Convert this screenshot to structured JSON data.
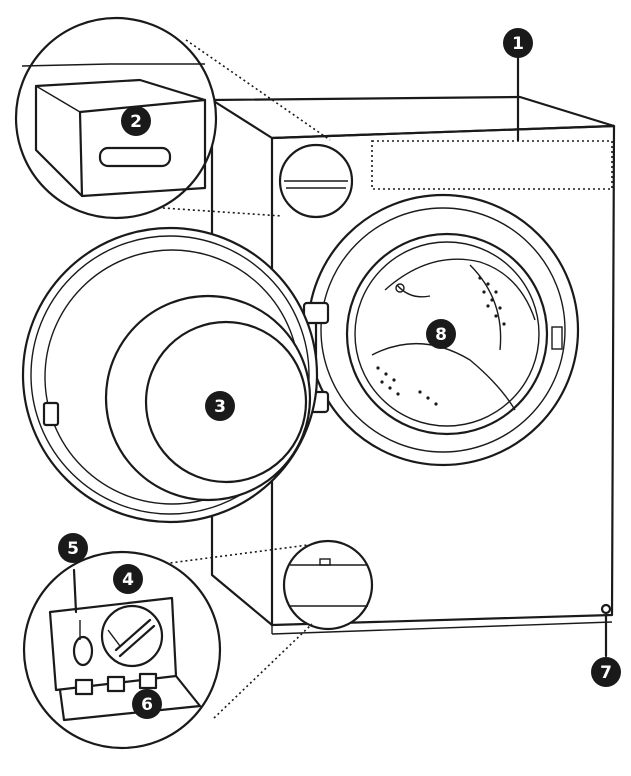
{
  "callouts": [
    {
      "id": "1",
      "label": "1"
    },
    {
      "id": "2",
      "label": "2"
    },
    {
      "id": "3",
      "label": "3"
    },
    {
      "id": "4",
      "label": "4"
    },
    {
      "id": "5",
      "label": "5"
    },
    {
      "id": "6",
      "label": "6"
    },
    {
      "id": "7",
      "label": "7"
    },
    {
      "id": "8",
      "label": "8"
    }
  ],
  "colors": {
    "line": "#1a1a1a",
    "background": "#ffffff",
    "badge": "#1a1a1a",
    "badge_text": "#ffffff"
  }
}
